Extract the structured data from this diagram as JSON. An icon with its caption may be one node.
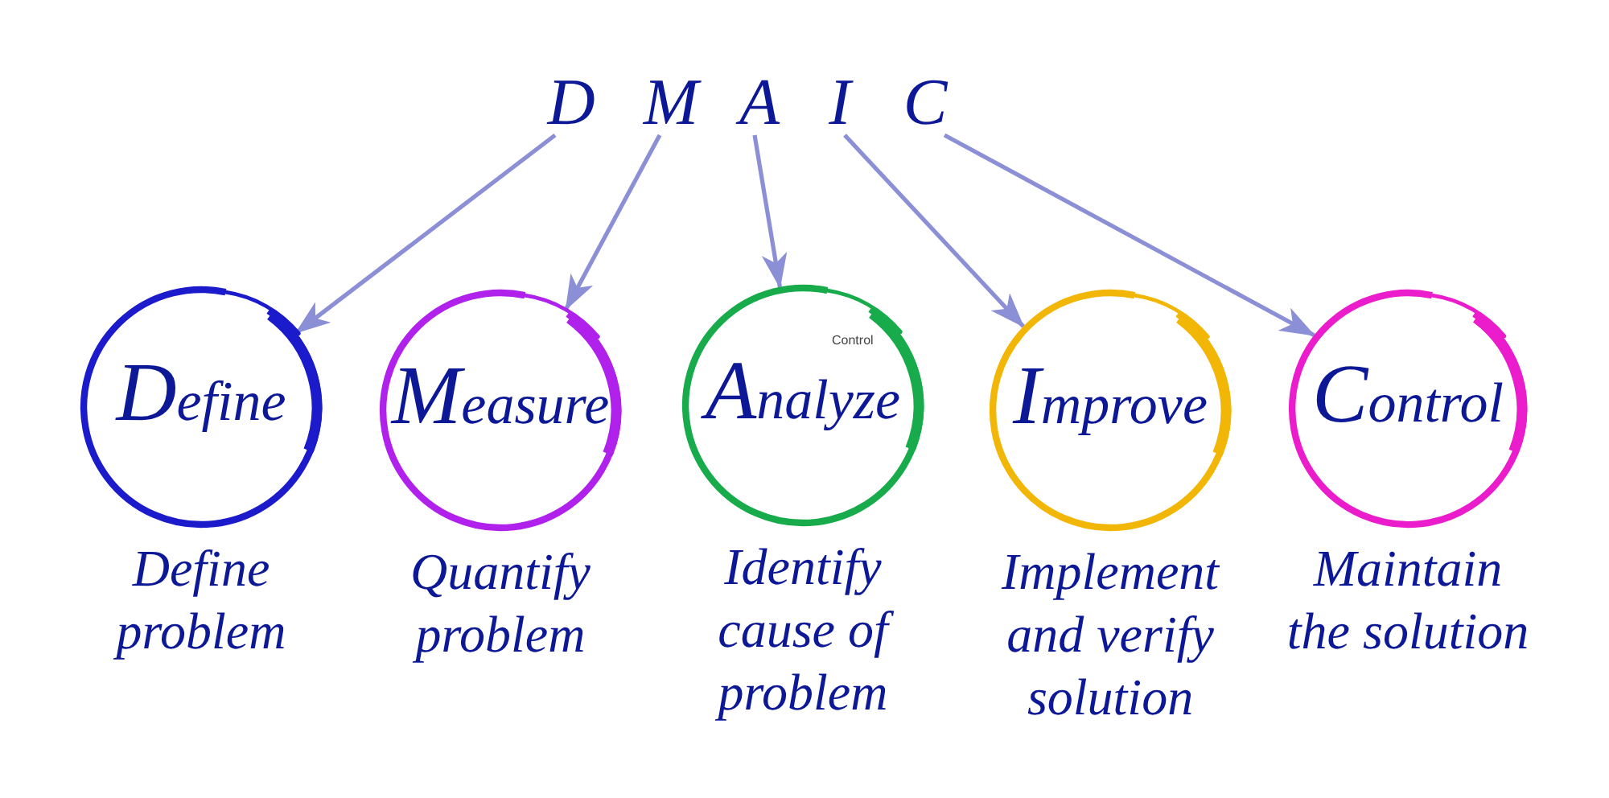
{
  "diagram": {
    "nodes": [
      {
        "text": [
          "D"
        ]
      },
      {
        "text": [
          "M"
        ]
      },
      {
        "text": [
          "A"
        ]
      },
      {
        "text": [
          "I"
        ]
      },
      {
        "text": [
          "C"
        ]
      },
      {
        "text": [
          "Define"
        ],
        "beside": [
          "Define problem"
        ]
      },
      {
        "text": [
          "Measure"
        ],
        "beside": [
          "Quantify problem"
        ]
      },
      {
        "text": [
          "Analyze"
        ],
        "beside": [
          "Identify cause of problem"
        ]
      },
      {
        "text": [
          "Improve"
        ],
        "beside": [
          "Implement and verify solution"
        ]
      },
      {
        "text": [
          "Control"
        ],
        "beside": [
          "Maintain the solution"
        ]
      }
    ],
    "edges": [
      {
        "from": 0,
        "to": 5,
        "arrow": "to"
      },
      {
        "from": 1,
        "to": 6,
        "arrow": "to"
      },
      {
        "from": 2,
        "to": 7,
        "arrow": "to"
      },
      {
        "from": 3,
        "to": 8,
        "arrow": "to"
      },
      {
        "from": 4,
        "to": 9,
        "arrow": "to"
      }
    ],
    "labels": [
      "Control"
    ]
  }
}
